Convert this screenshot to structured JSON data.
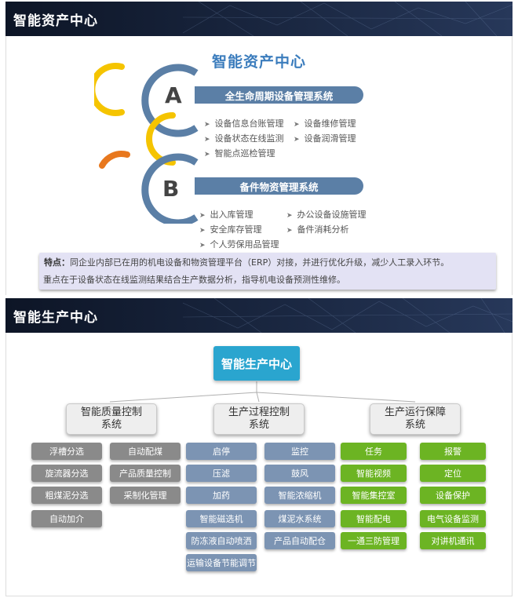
{
  "section1": {
    "banner_title": "智能资产中心",
    "diagram_title": "智能资产中心",
    "a": {
      "letter": "A",
      "title": "全生命周期设备管理系统",
      "items": [
        "设备信息台账管理",
        "设备维修管理",
        "设备状态在线监测",
        "设备润滑管理",
        "智能点巡检管理"
      ]
    },
    "b": {
      "letter": "B",
      "title": "备件物资管理系统",
      "items": [
        "出入库管理",
        "办公设备设施管理",
        "安全库存管理",
        "备件消耗分析",
        "个人劳保用品管理"
      ]
    },
    "note": {
      "label": "特点：",
      "line1": "同企业内部已在用的机电设备和物资管理平台（ERP）对接，并进行优化升级，减少人工录入环节。",
      "line2": "重点在于设备状态在线监测结果结合生产数据分析，指导机电设备预测性维修。"
    },
    "colors": {
      "bar": "#5b7fa6",
      "ring_blue": "#5b7fa6",
      "ring_yellow": "#f5c400",
      "ring_orange": "#e8781e"
    }
  },
  "section2": {
    "banner_title": "智能生产中心",
    "root": "智能生产中心",
    "categories": [
      {
        "name": "智能质量控制系统",
        "col1": [
          "浮槽分选",
          "旋流器分选",
          "粗煤泥分选",
          "自动加介"
        ],
        "col2": [
          "自动配煤",
          "产品质量控制",
          "采制化管理"
        ]
      },
      {
        "name": "生产过程控制系统",
        "col1": [
          "启停",
          "压滤",
          "加药",
          "智能磁选机",
          "防冻液自动喷洒",
          "运输设备节能调节"
        ],
        "col2": [
          "监控",
          "鼓风",
          "智能浓缩机",
          "煤泥水系统",
          "产品自动配仓"
        ]
      },
      {
        "name": "生产运行保障系统",
        "col1": [
          "任务",
          "智能视频",
          "智能集控室",
          "智能配电",
          "一通三防管理"
        ],
        "col2": [
          "报警",
          "定位",
          "设备保护",
          "电气设备监测",
          "对讲机通讯"
        ]
      }
    ],
    "colors": {
      "root": "#2aa5cf",
      "quality": "#8a8a8a",
      "process": "#7c94b3",
      "support": "#6cb423"
    }
  }
}
